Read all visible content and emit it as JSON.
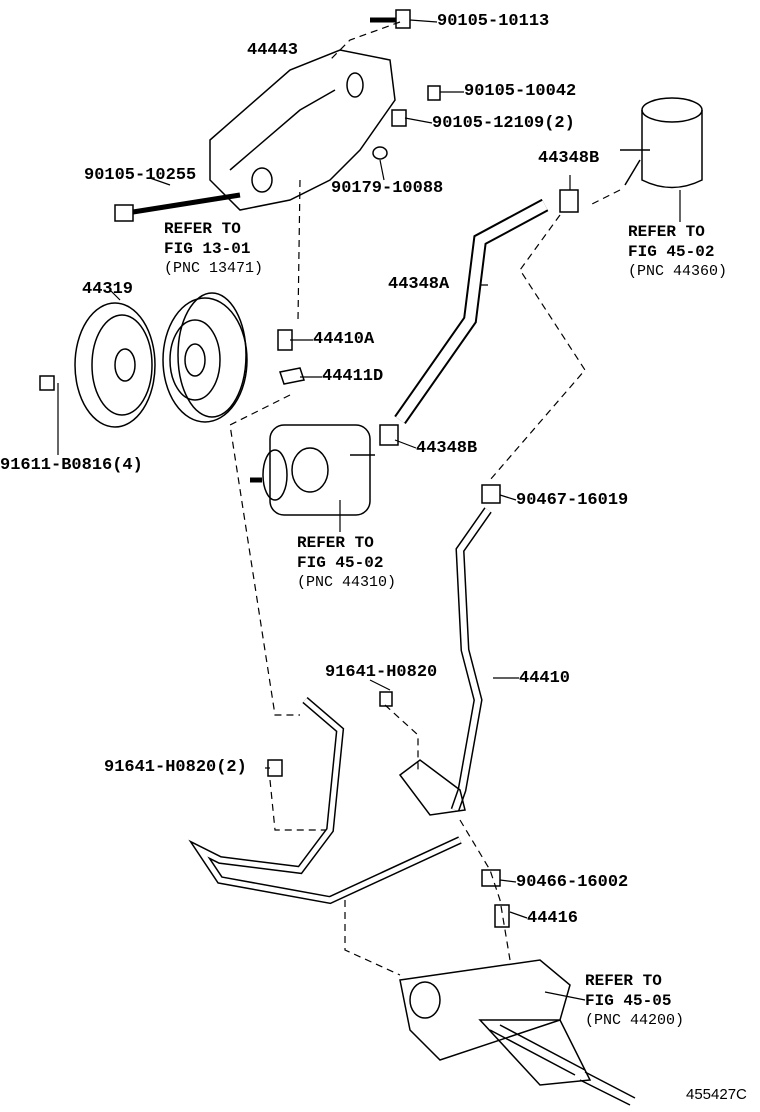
{
  "diagram_id": "455427C",
  "parts": [
    {
      "pn": "90105-10113"
    },
    {
      "pn": "44443"
    },
    {
      "pn": "90105-10042"
    },
    {
      "pn": "90105-12109(2)"
    },
    {
      "pn": "90105-10255"
    },
    {
      "pn": "90179-10088"
    },
    {
      "pn": "44348B"
    },
    {
      "pn": "44348A"
    },
    {
      "pn": "44319"
    },
    {
      "pn": "44410A"
    },
    {
      "pn": "44411D"
    },
    {
      "pn": "44348B"
    },
    {
      "pn": "91611-B0816(4)"
    },
    {
      "pn": "90467-16019"
    },
    {
      "pn": "91641-H0820"
    },
    {
      "pn": "44410"
    },
    {
      "pn": "91641-H0820(2)"
    },
    {
      "pn": "90466-16002"
    },
    {
      "pn": "44416"
    }
  ],
  "refs": [
    {
      "line1": "REFER TO",
      "line2": "FIG 13-01",
      "line3": "(PNC 13471)"
    },
    {
      "line1": "REFER TO",
      "line2": "FIG 45-02",
      "line3": "(PNC 44360)"
    },
    {
      "line1": "REFER TO",
      "line2": "FIG 45-02",
      "line3": "(PNC 44310)"
    },
    {
      "line1": "REFER TO",
      "line2": "FIG 45-05",
      "line3": "(PNC 44200)"
    }
  ]
}
